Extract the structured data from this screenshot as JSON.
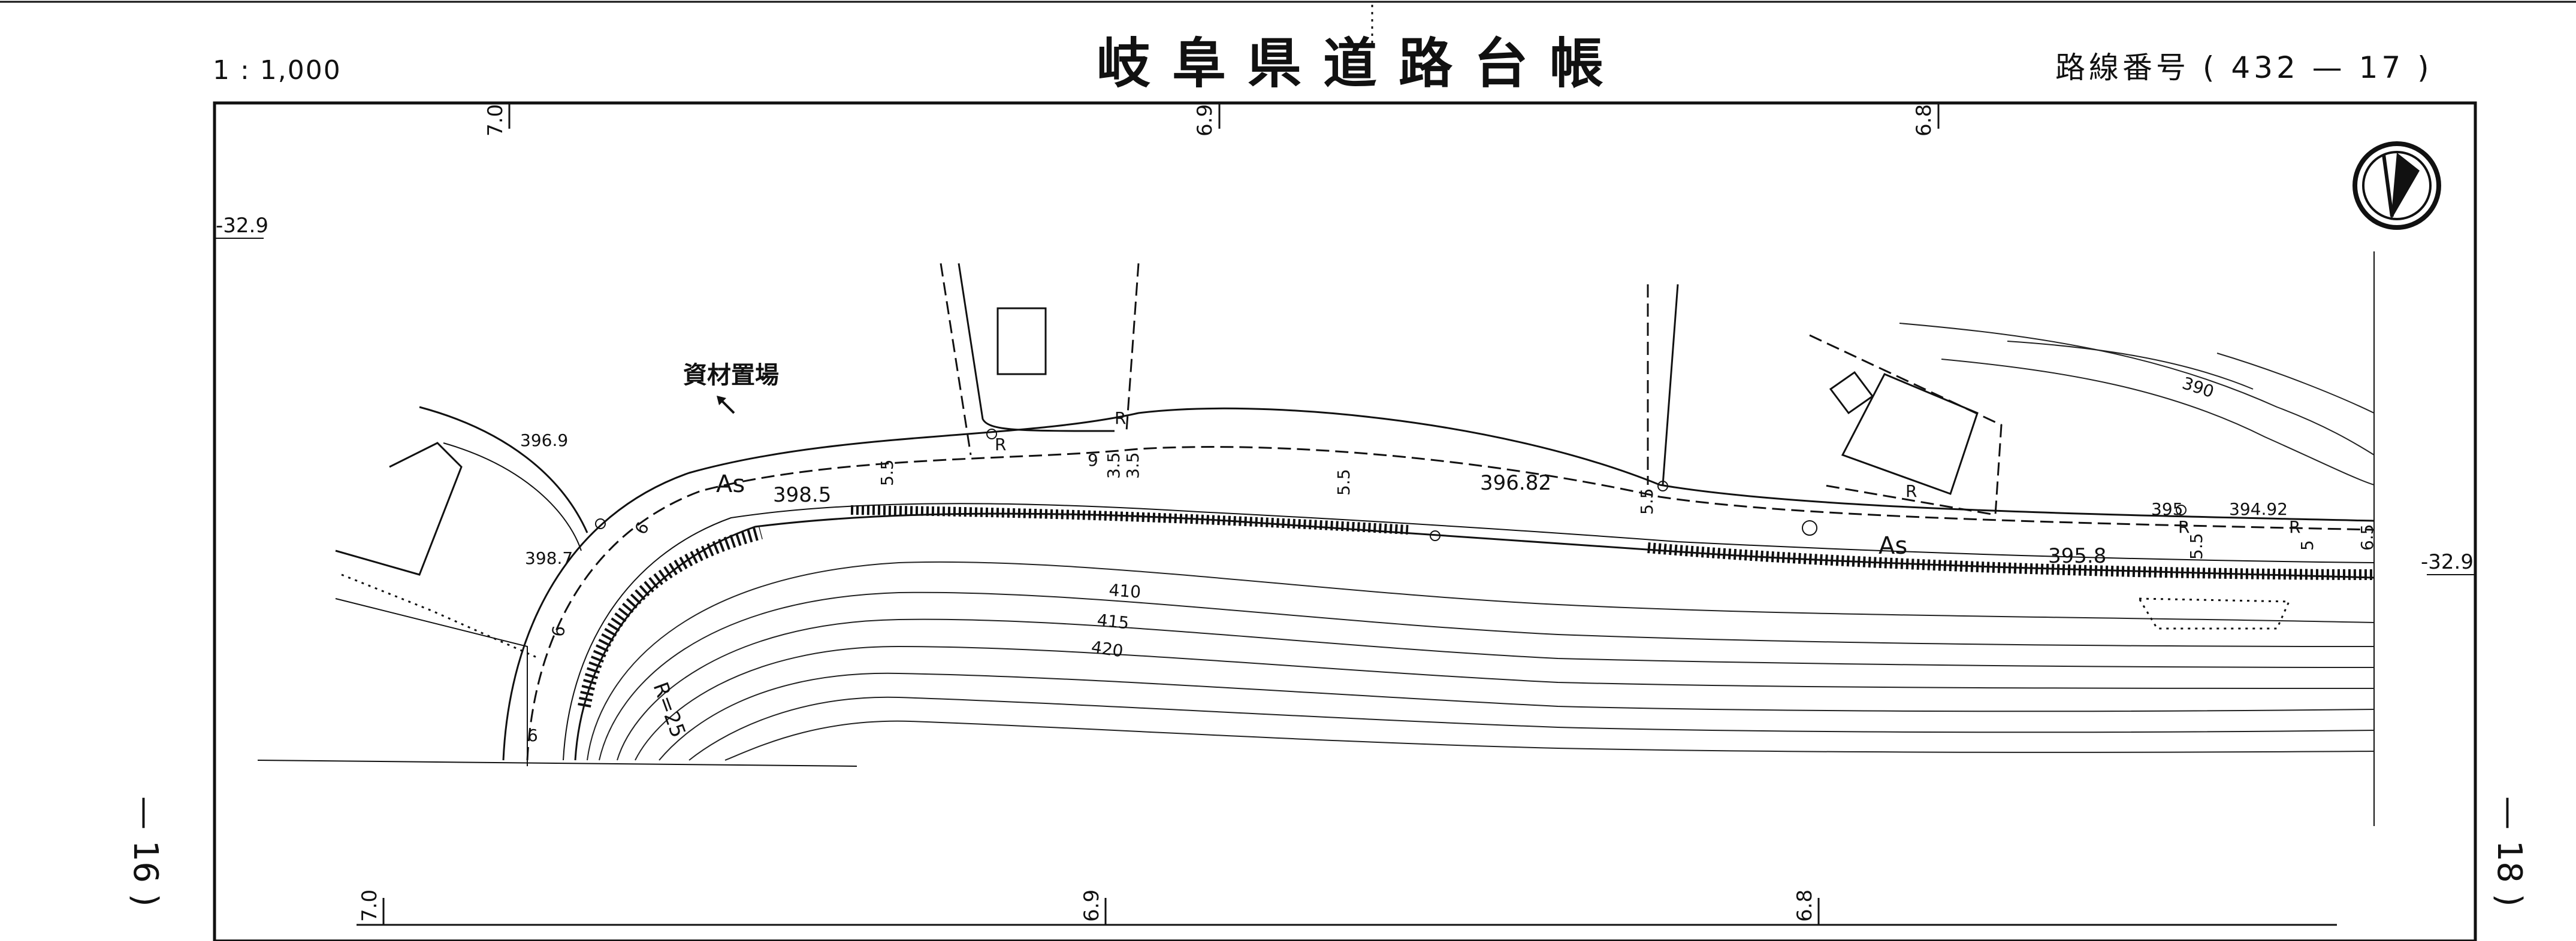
{
  "header": {
    "scale": "1 : 1,000",
    "title": "岐阜県道路台帳",
    "route_label": "路線番号",
    "route_open": "(",
    "route_number": "432",
    "route_dash": "—",
    "route_sheet": "17",
    "route_close": ")"
  },
  "side_labels": {
    "left": "— 16 )",
    "right": "— 18 )"
  },
  "map": {
    "chainage_top": [
      "7.0",
      "6.9",
      "6.8"
    ],
    "chainage_bottom": [
      "7.0",
      "6.9",
      "6.8"
    ],
    "edge_left": "-32.9",
    "edge_right": "-32.9",
    "site_label": "資材置場",
    "pavement": [
      "As",
      "As"
    ],
    "elevations": [
      "396.9",
      "398.7",
      "398.5",
      "396.82",
      "395",
      "394.92",
      "395.8"
    ],
    "contours": [
      "410",
      "415",
      "420",
      "390"
    ],
    "radius": "R=25",
    "widths": [
      "5.5",
      "6",
      "3.5",
      "3.5",
      "5.5",
      "5.5",
      "5.5",
      "6.5",
      "5",
      "9",
      "6",
      "6"
    ],
    "markers": [
      "R",
      "R",
      "R",
      "R",
      "R"
    ],
    "north_arrow": "north-arrow"
  }
}
